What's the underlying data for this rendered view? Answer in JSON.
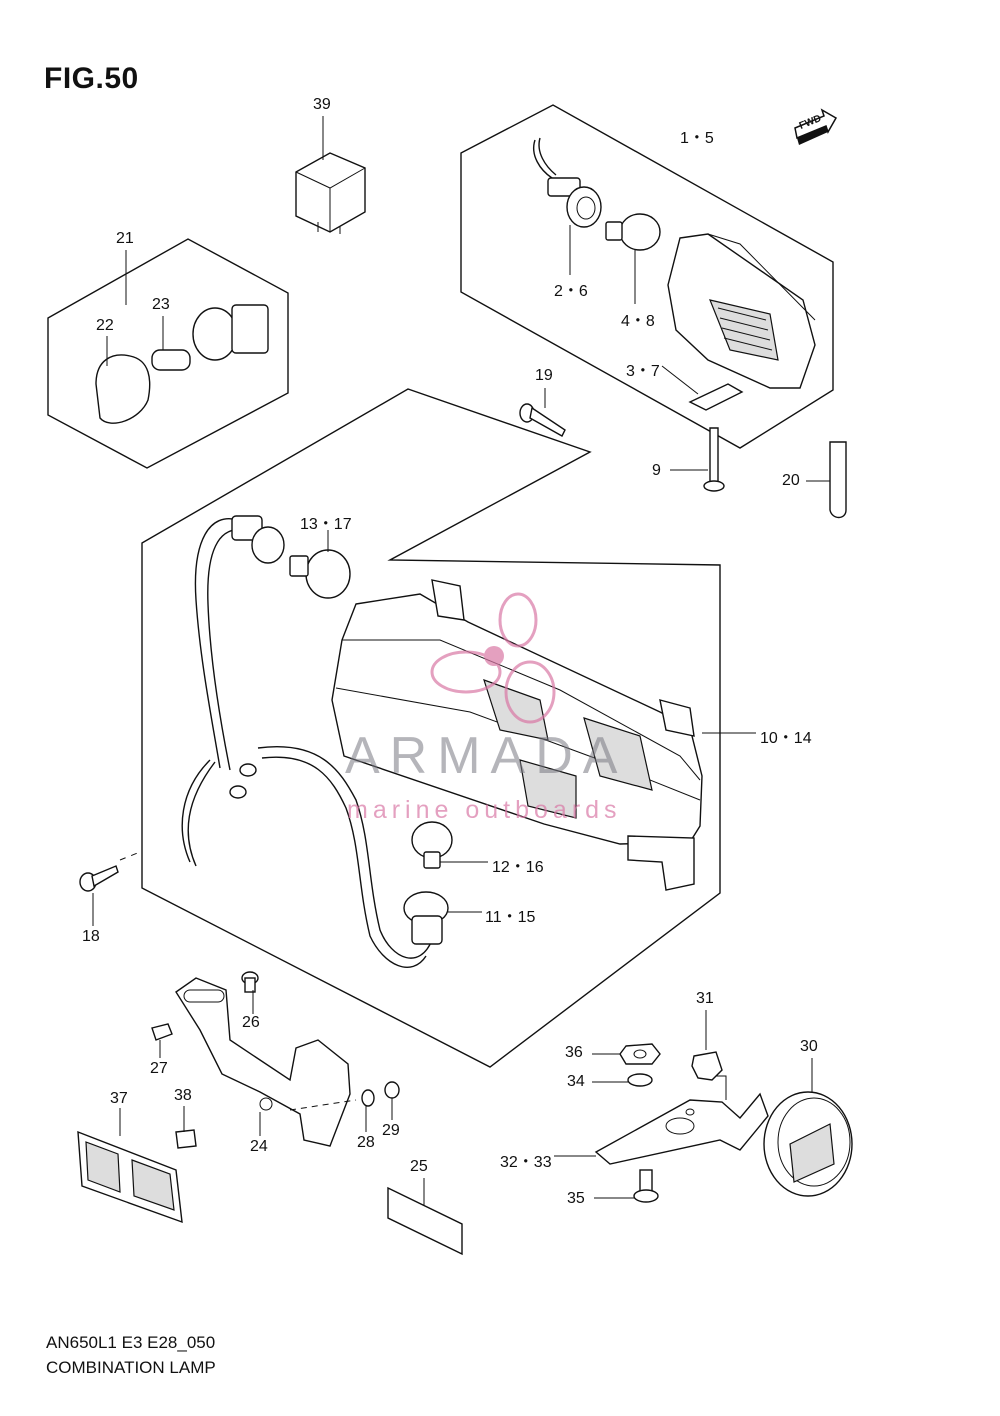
{
  "figure": {
    "title": "FIG.50",
    "model_code": "AN650L1 E3 E28_050",
    "caption": "COMBINATION LAMP"
  },
  "direction_badge": "FWD",
  "watermark": {
    "brand": "ARMADA",
    "tagline": "marine outboards",
    "color": "#d978a5"
  },
  "callouts": {
    "c1_5": "1・5",
    "c2_6": "2・6",
    "c3_7": "3・7",
    "c4_8": "4・8",
    "c9": "9",
    "c10_14": "10・14",
    "c11_15": "11・15",
    "c12_16": "12・16",
    "c13_17": "13・17",
    "c18": "18",
    "c19": "19",
    "c20": "20",
    "c21": "21",
    "c22": "22",
    "c23": "23",
    "c24": "24",
    "c25": "25",
    "c26": "26",
    "c27": "27",
    "c28": "28",
    "c29": "29",
    "c30": "30",
    "c31": "31",
    "c32_33": "32・33",
    "c34": "34",
    "c35": "35",
    "c36": "36",
    "c37": "37",
    "c38": "38",
    "c39": "39"
  }
}
